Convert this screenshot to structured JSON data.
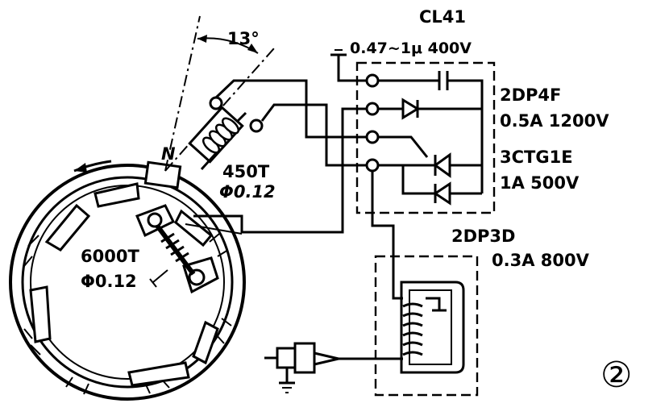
{
  "labels": {
    "module_name": "CL41",
    "capacitor_spec": "0.47~1μ 400V",
    "diode_1_type": "2DP4F",
    "diode_1_rating": "0.5A 1200V",
    "scr_type": "3CTG1E",
    "scr_rating": "1A 500V",
    "diode_2_type": "2DP3D",
    "diode_2_rating": "0.3A 800V",
    "trigger_coil_turns": "450T",
    "trigger_coil_wire": "Φ0.12",
    "charge_coil_turns": "6000T",
    "charge_coil_wire": "Φ0.12",
    "angle": "13°",
    "pole": "N",
    "figure_number": "②"
  }
}
